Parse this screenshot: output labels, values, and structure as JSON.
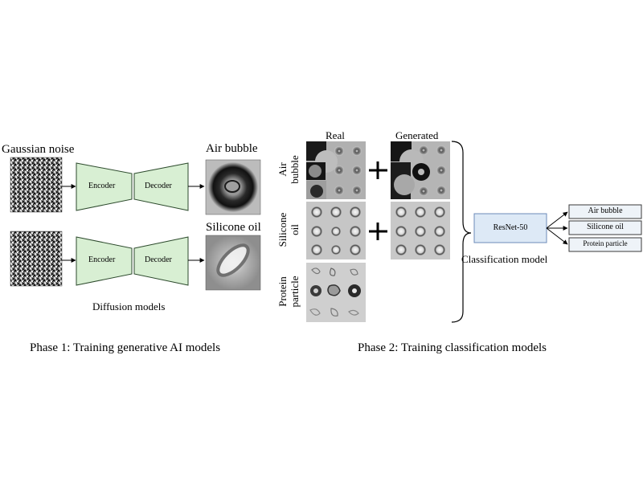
{
  "phase1": {
    "input_label": "Gaussian noise",
    "encoder_label": "Encoder",
    "decoder_label": "Decoder",
    "output1_label": "Air bubble",
    "output2_label": "Silicone oil",
    "group_label": "Diffusion models",
    "caption": "Phase 1: Training generative AI models"
  },
  "phase2": {
    "real_label": "Real",
    "generated_label": "Generated",
    "row_labels": [
      [
        "Air",
        "bubble"
      ],
      [
        "Silicone",
        "oil"
      ],
      [
        "Protein",
        "particle"
      ]
    ],
    "model_label": "ResNet-50",
    "classification_label": "Classification model",
    "outputs": [
      "Air bubble",
      "Silicone oil",
      "Protein particle"
    ],
    "caption": "Phase 2: Training classification models"
  },
  "colors": {
    "trapezoid_fill": "#d8efd3",
    "trapezoid_stroke": "#2c4a2c",
    "resnet_fill": "#dde9f6",
    "resnet_stroke": "#6c8bb8",
    "output_box_fill": "#eef3f8",
    "output_box_stroke": "#3a3a3a"
  }
}
